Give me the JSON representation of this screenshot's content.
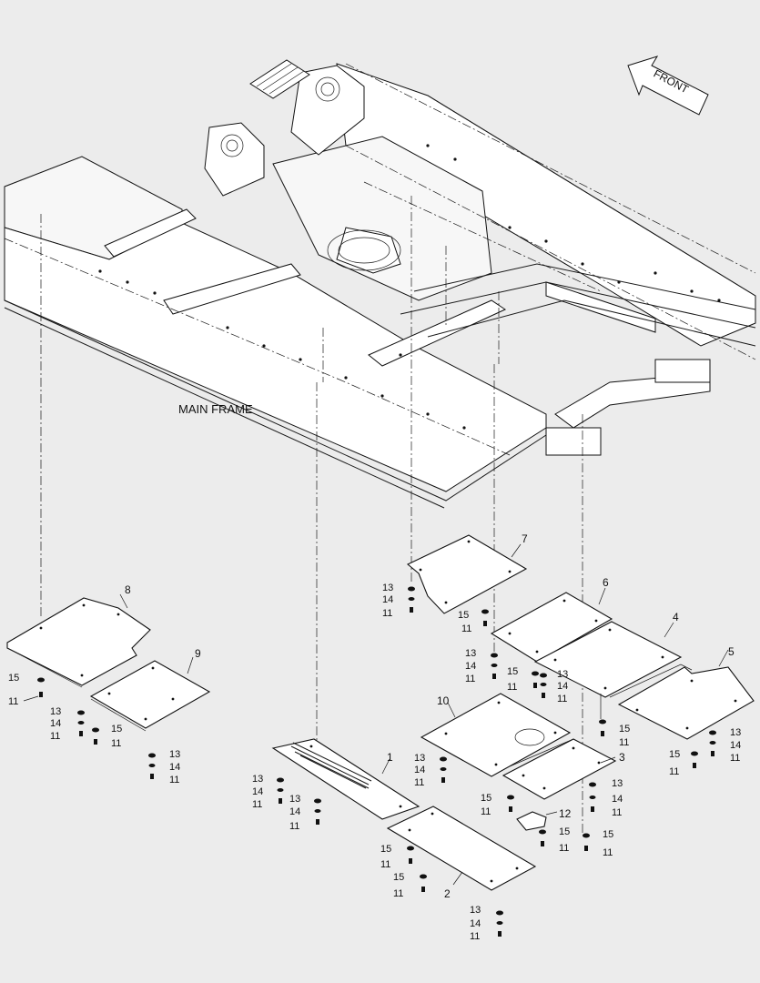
{
  "labels": {
    "main_frame": "MAIN FRAME",
    "front": "FRONT"
  },
  "parts": {
    "p1": "1",
    "p2": "2",
    "p3": "3",
    "p4": "4",
    "p5": "5",
    "p6": "6",
    "p7": "7",
    "p8": "8",
    "p9": "9",
    "p10": "10",
    "p12": "12"
  },
  "hardware": {
    "bolt": "11",
    "spring_washer": "14",
    "flat_washer": "13",
    "plain_washer": "15"
  },
  "colors": {
    "line": "#1a1a1a",
    "background": "#ececec"
  }
}
